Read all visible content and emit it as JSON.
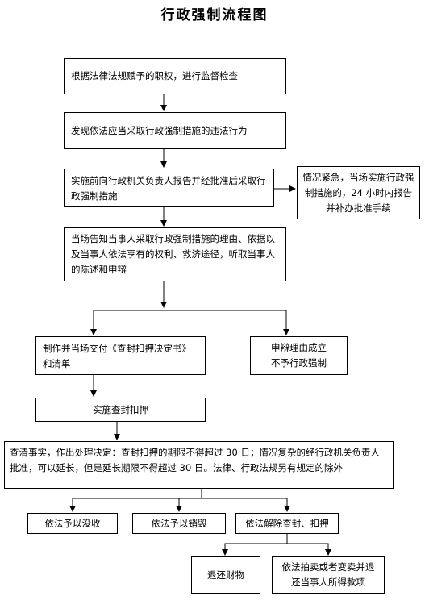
{
  "title": "行政强制流程图",
  "steps": {
    "s1": "根据法律法规赋予的职权，进行监督检查",
    "s2": "发现依法应当采取行政强制措施的违法行为",
    "s3": "实施前向行政机关负责人报告并经批准后采取行政强制措施",
    "s3_side": "情况紧急，当场实施行政强制措施的，24 小时内报告并补办批准手续",
    "s4": "当场告知当事人采取行政强制措施的理由、依据以及当事人依法享有的权利、救济途径，听取当事人的陈述和申辩",
    "s5_left": "制作并当场交付《查封扣押决定书》和清单",
    "s5_right": "申辩理由成立\n不予行政强制",
    "s6": "实施查封扣押",
    "s7": "查清事实，作出处理决定：查封扣押的期限不得超过 30 日；情况复杂的经行政机关负责人批准，可以延长，但是延长期限不得超过 30 日。法律、行政法规另有规定的除外",
    "s8_a": "依法予以没收",
    "s8_b": "依法予以销毁",
    "s8_c": "依法解除查封、扣押",
    "s9_a": "退还财物",
    "s9_b": "依法拍卖或者变卖并退还当事人所得款项"
  }
}
